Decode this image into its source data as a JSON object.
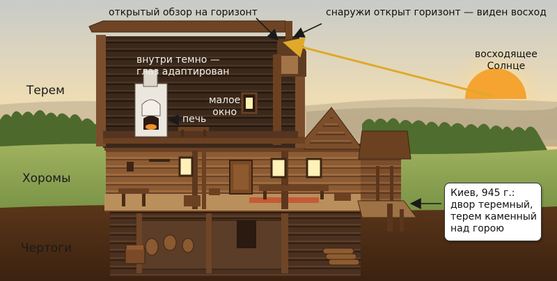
{
  "levels": {
    "terem": "Терем",
    "khoromy": "Хоромы",
    "chertogi": "Чертоги"
  },
  "annotations": {
    "open_view": "открытый обзор на горизонт",
    "outside_view": "снаружи открыт горизонт — виден восход",
    "rising_sun": [
      "восходящее",
      "Солнце"
    ],
    "inside_dark": [
      "внутри темно —",
      "глаз адаптирован"
    ],
    "small_window": [
      "малое",
      "окно"
    ],
    "stove": "печь"
  },
  "callout": {
    "lines": [
      "Киев, 945 г.:",
      "двор теремный,",
      "терем каменный",
      "над горою"
    ]
  },
  "colors": {
    "sky_top": "#c9ccc9",
    "sky_horizon": "#f4cf8c",
    "sun": "#f6a533",
    "meadow": "#8fa654",
    "earth": "#4f2f18",
    "log_wood": "#8a5a33",
    "dark_interior": "#2b1d14",
    "arrow_yellow": "#f2c53d"
  }
}
